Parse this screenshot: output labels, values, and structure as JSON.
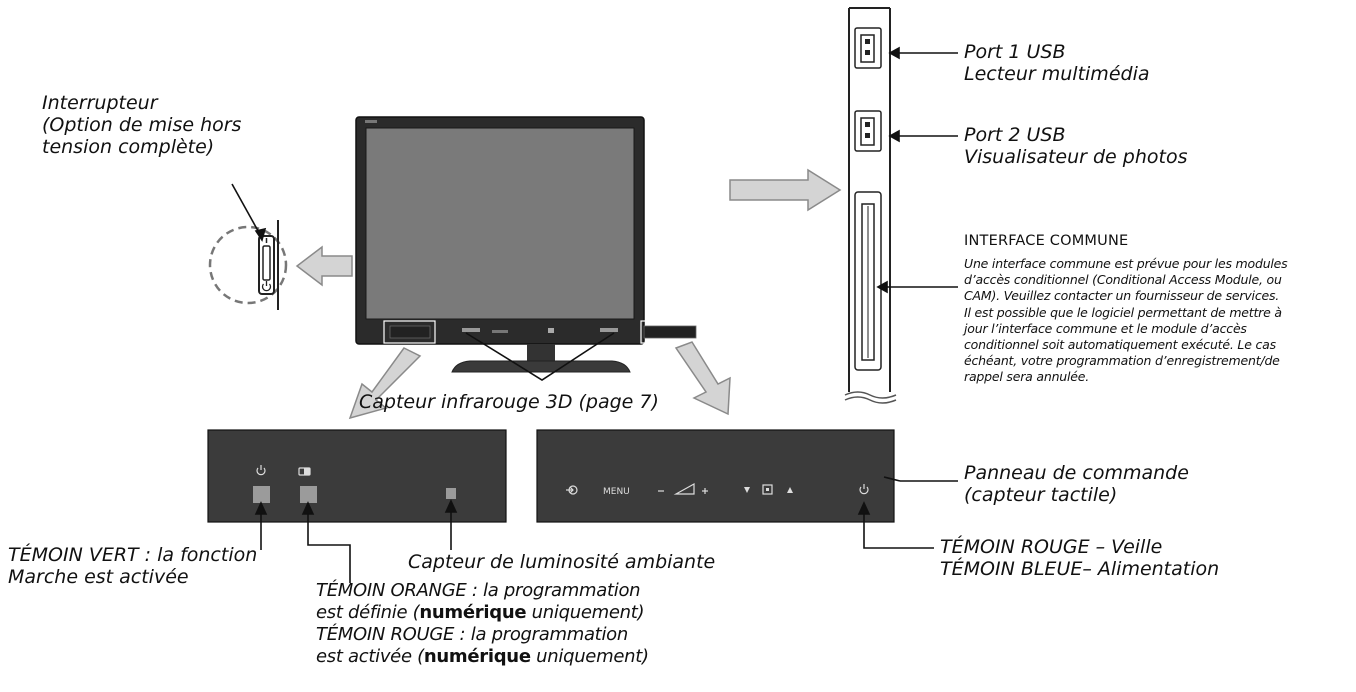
{
  "labels": {
    "switch": [
      "Interrupteur",
      "(Option de mise hors",
      "tension complète)"
    ],
    "usb1": [
      "Port 1 USB",
      "Lecteur multimédia"
    ],
    "usb2": [
      "Port 2 USB",
      "Visualisateur de photos"
    ],
    "ci_title": "INTERFACE COMMUNE",
    "ci_lines": [
      "Une interface commune est prévue pour les modules",
      "d’accès conditionnel (Conditional Access Module, ou",
      "CAM). Veuillez contacter un fournisseur de services.",
      "Il est possible que le logiciel permettant de mettre à",
      "jour l’interface commune et le module d’accès",
      "conditionnel soit automatiquement exécuté. Le cas",
      "échéant, votre programmation d’enregistrement/de",
      "rappel sera annulée."
    ],
    "ir_sensor": "Capteur infrarouge 3D (page 7)",
    "control_panel": [
      "Panneau de commande",
      "(capteur tactile)"
    ],
    "green_led": [
      "TÉMOIN VERT : la fonction",
      "Marche est activée"
    ],
    "ambient_sensor": "Capteur de luminosité ambiante",
    "orange_led": {
      "l1": "TÉMOIN ORANGE : la programmation",
      "l2a": "est définie (",
      "l2b": "numérique",
      "l2c": " uniquement)",
      "l3": "TÉMOIN ROUGE : la programmation",
      "l4a": "est activée (",
      "l4b": "numérique",
      "l4c": " uniquement)"
    },
    "red_blue_led": [
      "TÉMOIN ROUGE – Veille",
      "TÉMOIN BLEUE– Alimentation"
    ],
    "menu_button": "MENU"
  },
  "colors": {
    "tv_body": "#2b2b2b",
    "tv_screen": "#7a7a7a",
    "panel_bg": "#3b3b3b",
    "arrow_fill": "#d4d4d4",
    "arrow_stroke": "#8a8a8a",
    "button_gray": "#9b9b9b"
  },
  "icons": [
    "power-icon",
    "timer-icon",
    "input-icon",
    "volume-icon",
    "channel-icon",
    "usb-port-icon",
    "card-slot-icon"
  ]
}
